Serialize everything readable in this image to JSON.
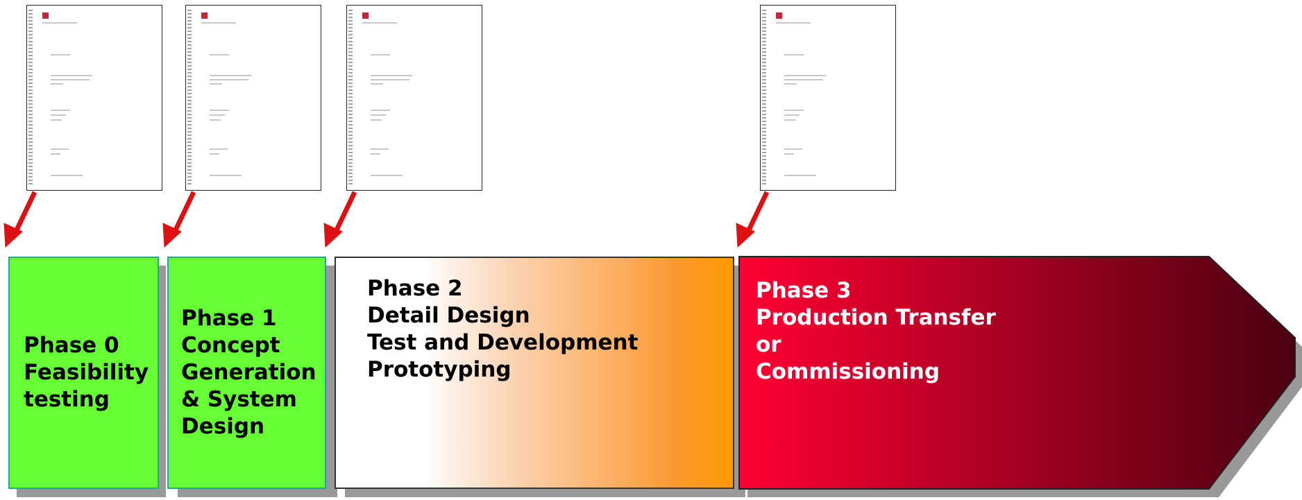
{
  "documents": [
    {
      "id": "doc-phase-0"
    },
    {
      "id": "doc-phase-1"
    },
    {
      "id": "doc-phase-2"
    },
    {
      "id": "doc-phase-3"
    }
  ],
  "phases": [
    {
      "text": "Phase 0\nFeasibility\ntesting",
      "color": "#66ff33"
    },
    {
      "text": "Phase 1\nConcept\nGeneration\n& System\nDesign",
      "color": "#66ff33"
    },
    {
      "text": "Phase 2\nDetail Design\nTest and Development\nPrototyping",
      "color": "#ff9900"
    },
    {
      "text": "Phase 3\nProduction Transfer\nor\nCommissioning",
      "color": "#e8002a"
    }
  ],
  "colors": {
    "arrow": "#dd1111",
    "phase3_start": "#ff0033",
    "phase3_end": "#4a0010"
  }
}
